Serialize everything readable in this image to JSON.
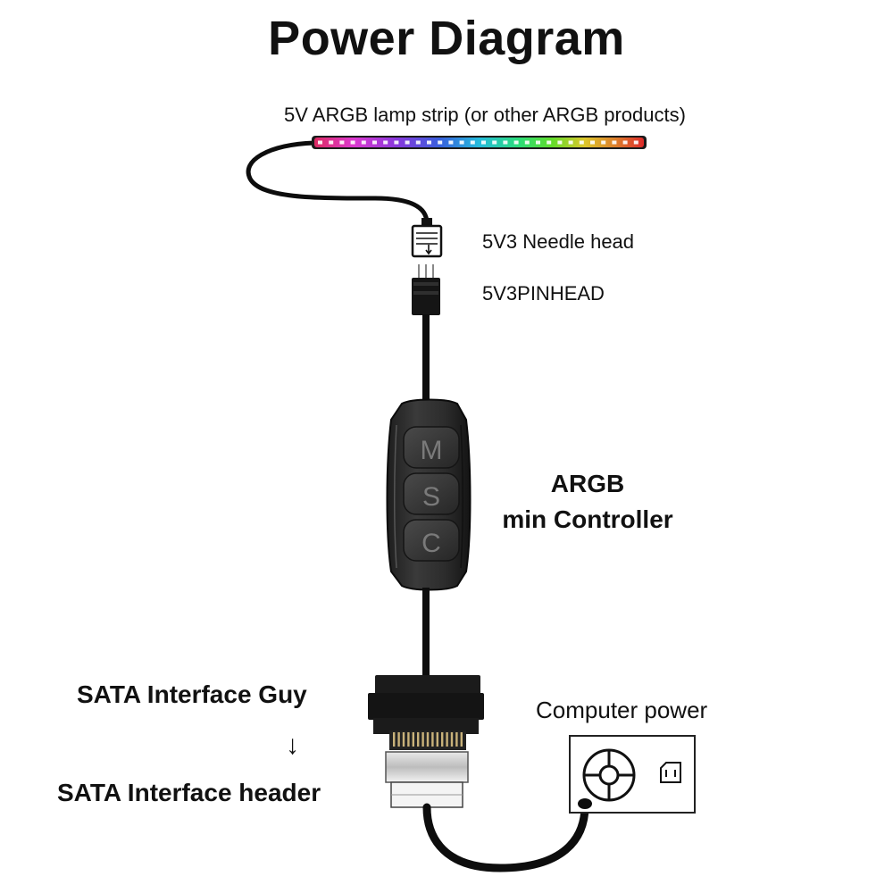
{
  "title": "Power Diagram",
  "labels": {
    "lamp_strip": "5V ARGB lamp strip (or other ARGB products)",
    "needle_head": "5V3 Needle head",
    "pin_head": "5V3PINHEAD",
    "controller_line1": "ARGB",
    "controller_line2": "min Controller",
    "sata_guy": "SATA Interface Guy",
    "down_arrow": "↓",
    "sata_header": "SATA Interface header",
    "computer_power": "Computer power"
  },
  "controller_buttons": [
    "M",
    "S",
    "C"
  ],
  "colors": {
    "cable": "#0d0d0d",
    "controller_body": "#2b2b2b",
    "strip_base": "#111111",
    "psu_outline": "#222222"
  }
}
